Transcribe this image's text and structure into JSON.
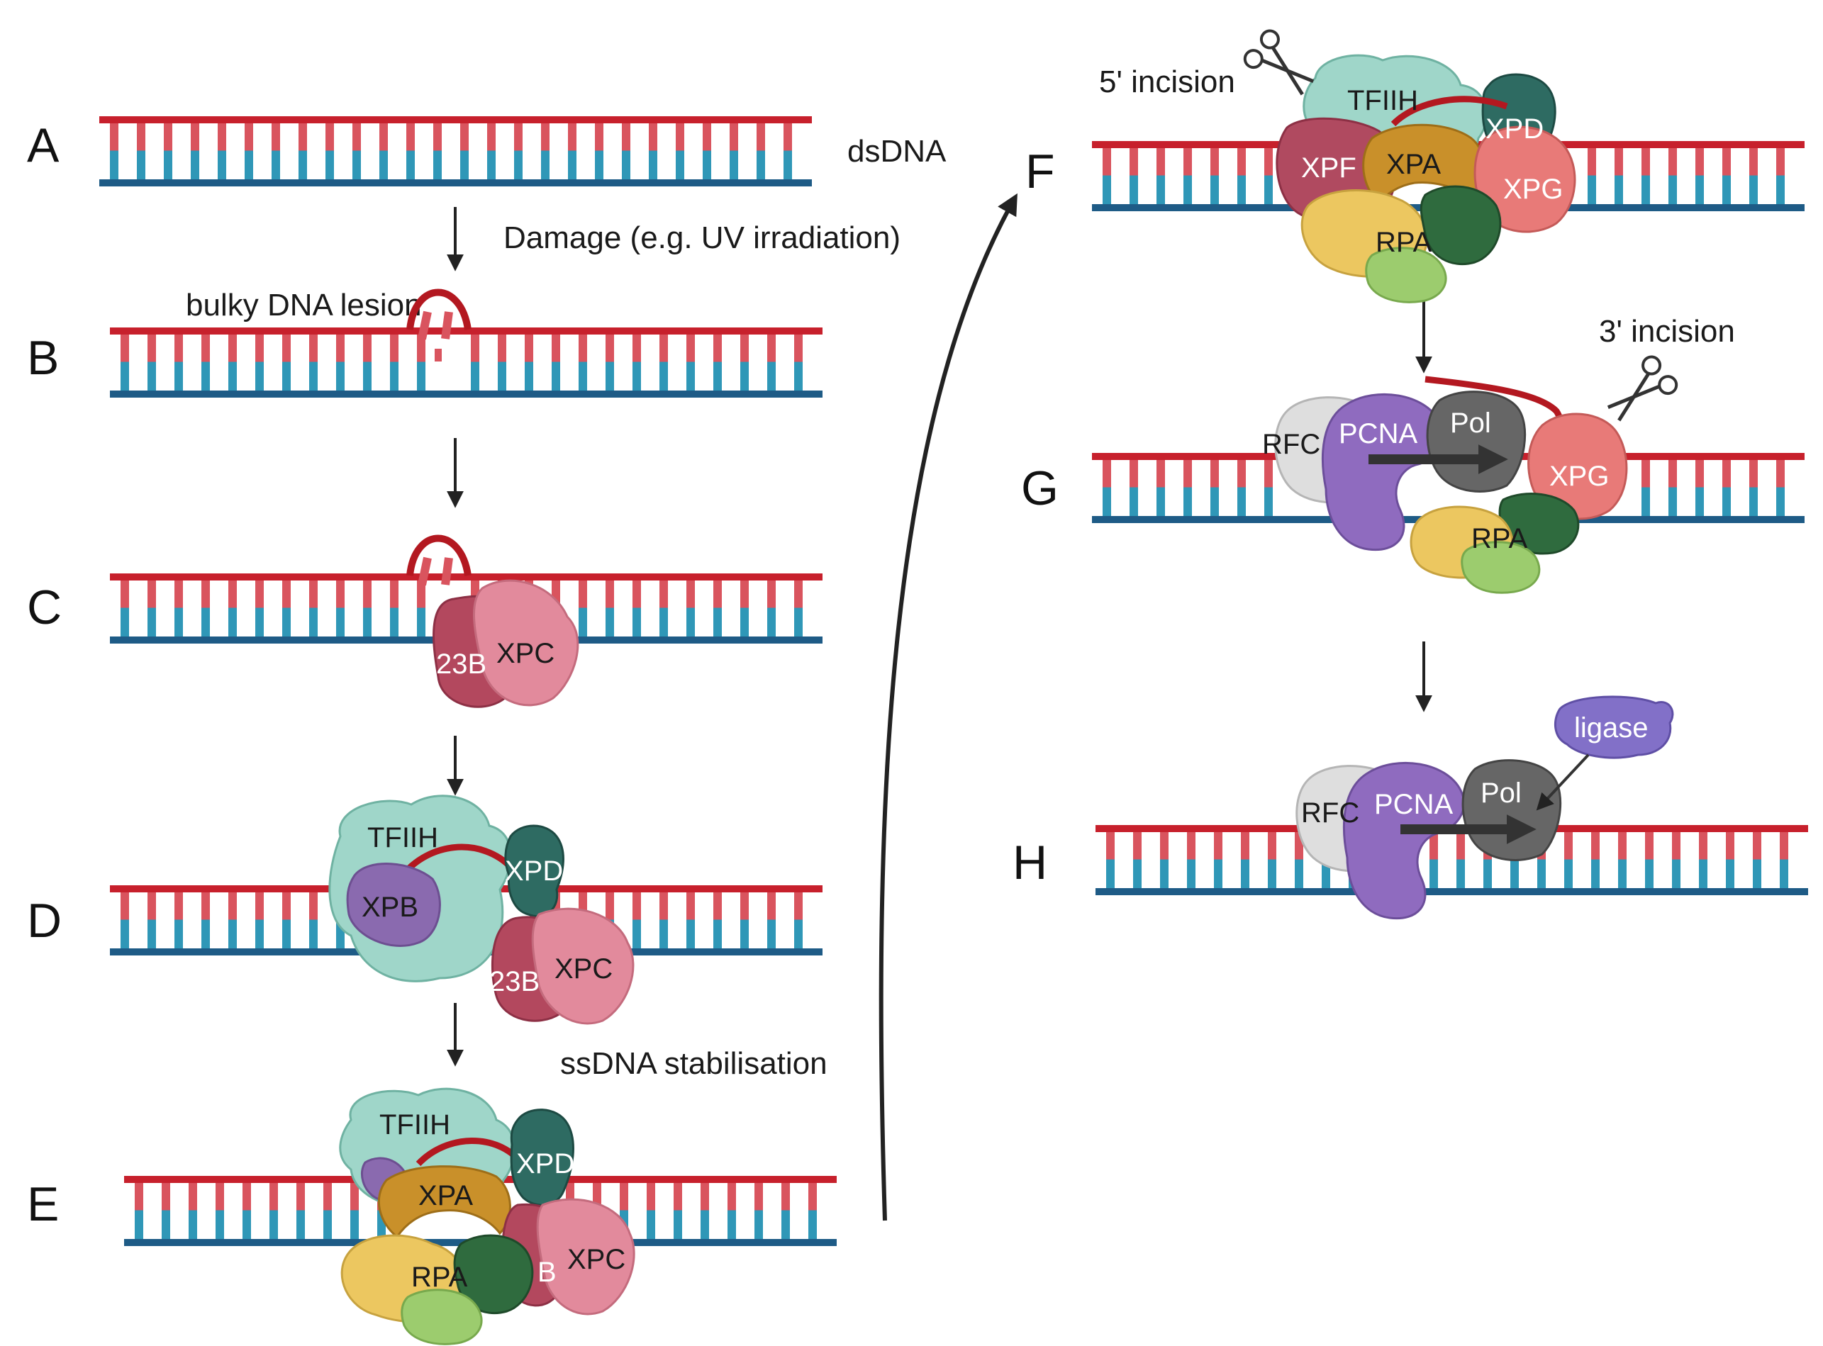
{
  "colors": {
    "top_strand": "#c7202c",
    "bottom_strand": "#1e5b86",
    "base_top": "#d9545e",
    "base_bottom": "#2f97b7",
    "lesion": "#b31820",
    "TFIIH": "#9fd6c9",
    "XPD": "#2e6b62",
    "XPB": "#8a6aaf",
    "XPC": "#e28a9c",
    "23B": "#b3485e",
    "XPA": "#c9902a",
    "RPA_yellow": "#ecc760",
    "RPA_dark": "#2f6b3e",
    "RPA_light": "#9ccc6e",
    "XPF": "#b04a60",
    "XPG": "#e87a78",
    "RFC": "#dedede",
    "PCNA": "#8f6bbf",
    "Pol": "#666666",
    "ligase": "#8270c8",
    "arrow": "#222222"
  },
  "steps": [
    {
      "id": "A",
      "letter": "A",
      "note": "dsDNA"
    },
    {
      "id": "B",
      "letter": "B",
      "note": "bulky DNA lesion"
    },
    {
      "id": "C",
      "letter": "C"
    },
    {
      "id": "D",
      "letter": "D"
    },
    {
      "id": "E",
      "letter": "E"
    },
    {
      "id": "F",
      "letter": "F",
      "note": "5' incision"
    },
    {
      "id": "G",
      "letter": "G",
      "note": "3' incision"
    },
    {
      "id": "H",
      "letter": "H"
    }
  ],
  "transitions": {
    "a_to_b": "Damage (e.g. UV irradiation)",
    "d_to_e": "ssDNA stabilisation"
  },
  "proteins": {
    "C": {
      "b23": "23B",
      "xpc": "XPC"
    },
    "D": {
      "tfiih": "TFIIH",
      "xpd": "XPD",
      "xpb": "XPB",
      "b23": "23B",
      "xpc": "XPC"
    },
    "E": {
      "tfiih": "TFIIH",
      "xpd": "XPD",
      "xpa": "XPA",
      "rpa": "RPA",
      "b": "B",
      "xpc": "XPC"
    },
    "F": {
      "tfiih": "TFIIH",
      "xpd": "XPD",
      "xpf": "XPF",
      "xpa": "XPA",
      "xpg": "XPG",
      "rpa": "RPA"
    },
    "G": {
      "rfc": "RFC",
      "pcna": "PCNA",
      "pol": "Pol",
      "xpg": "XPG",
      "rpa": "RPA"
    },
    "H": {
      "rfc": "RFC",
      "pcna": "PCNA",
      "pol": "Pol",
      "ligase": "ligase"
    }
  }
}
